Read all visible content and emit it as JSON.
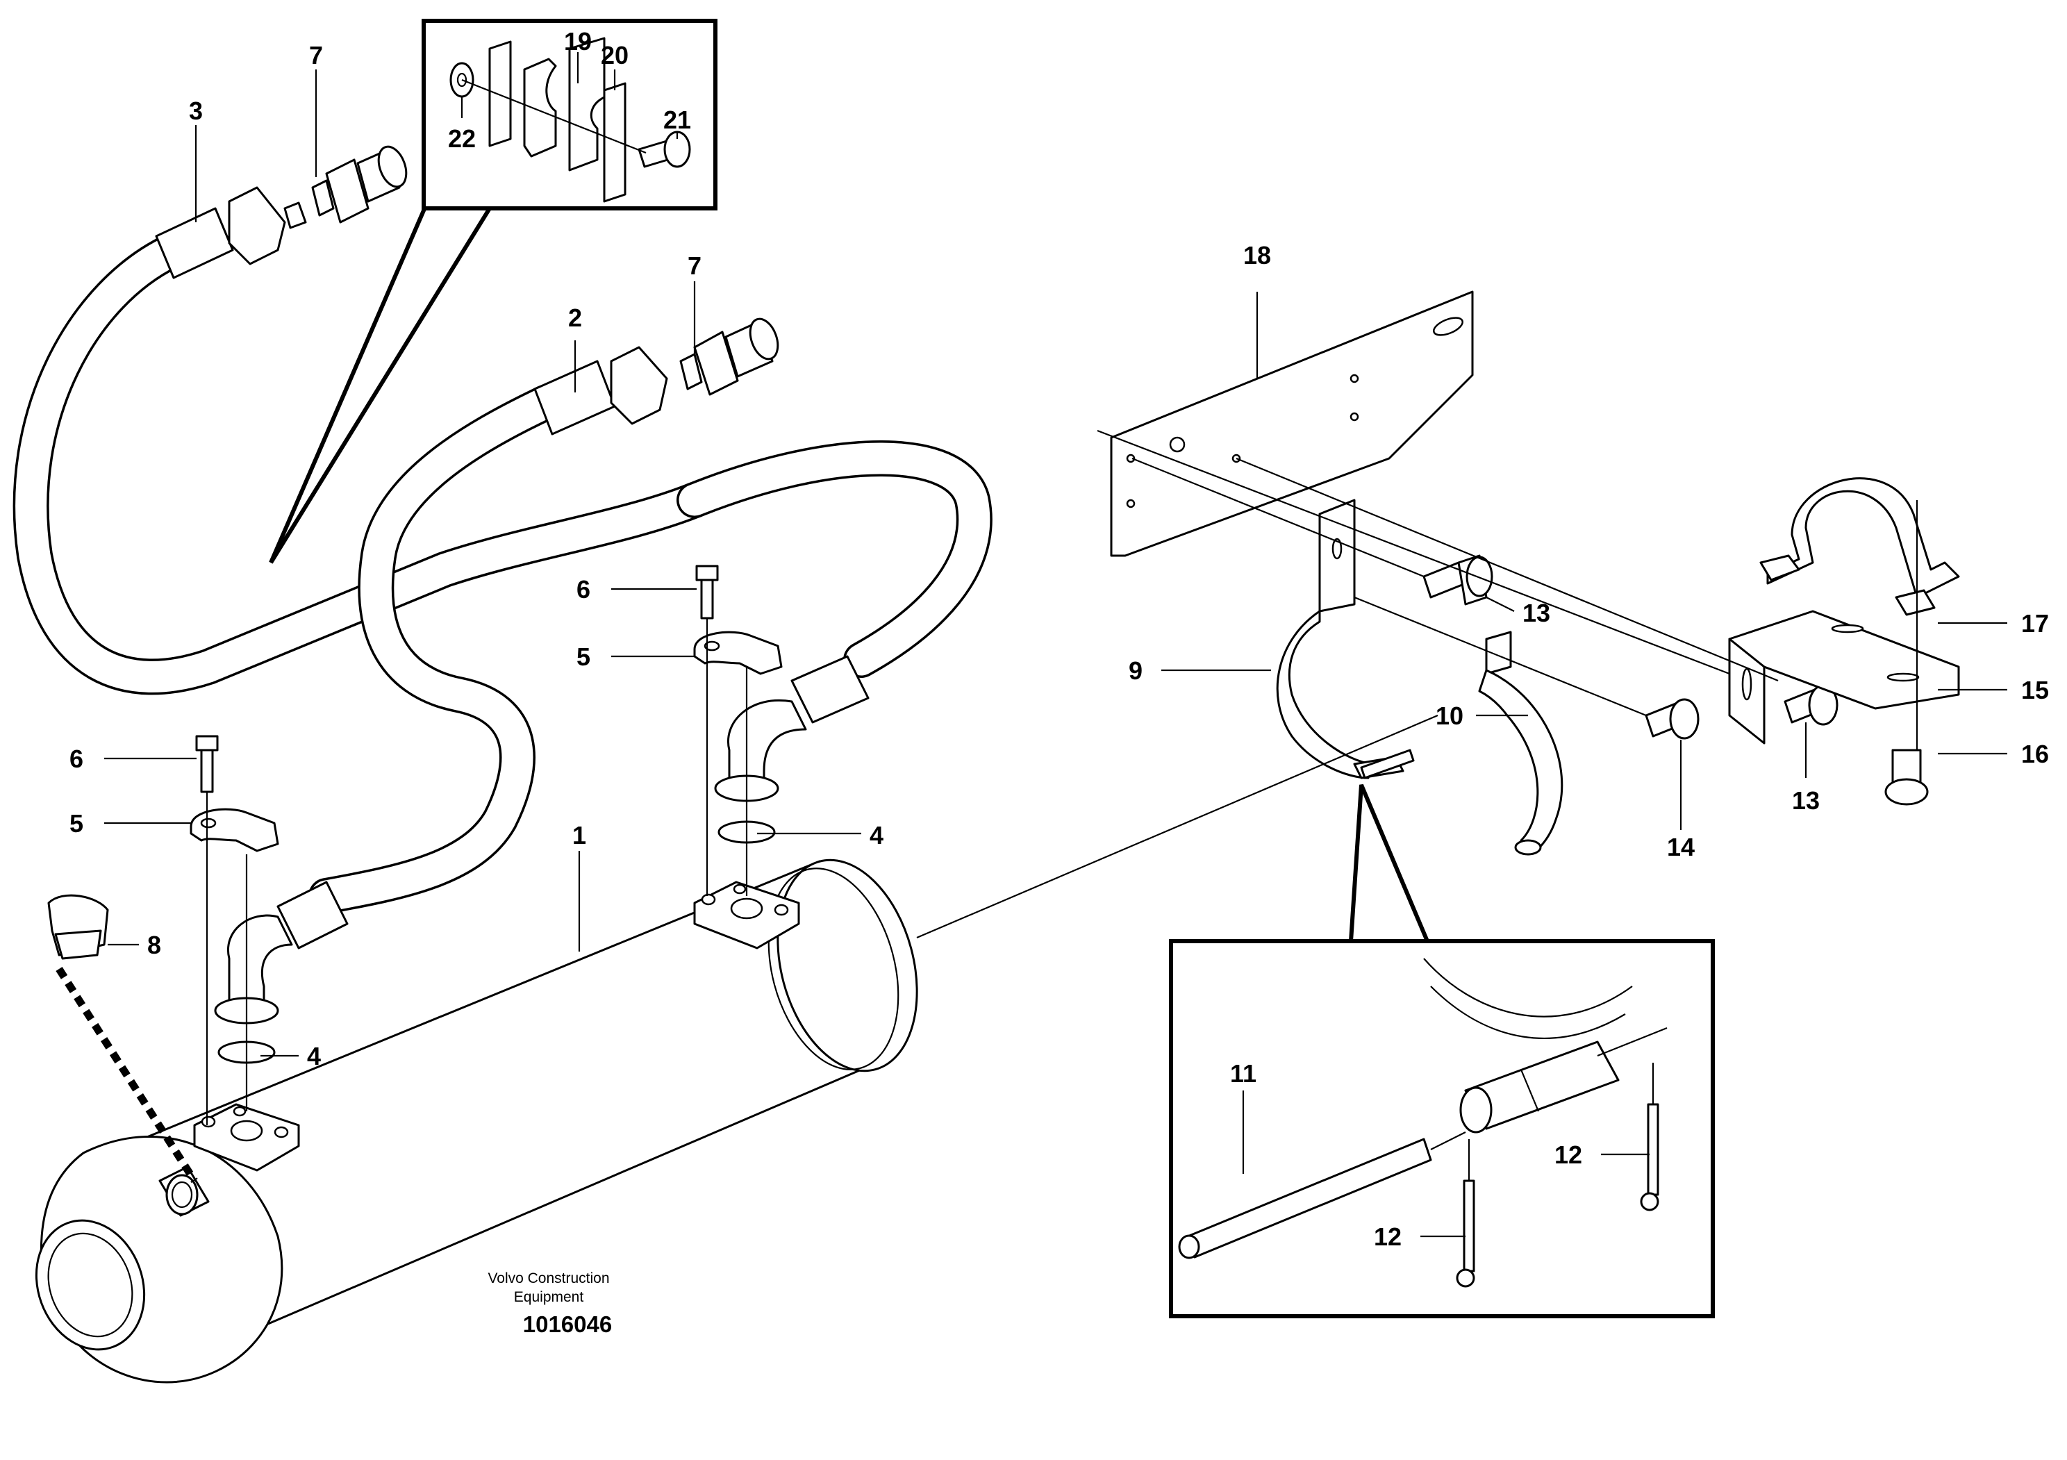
{
  "diagram": {
    "caption_line1": "Volvo Construction",
    "caption_line2": "Equipment",
    "drawing_number": "1016046",
    "labels": {
      "l1": "1",
      "l2": "2",
      "l3": "3",
      "l4a": "4",
      "l4b": "4",
      "l5a": "5",
      "l5b": "5",
      "l6a": "6",
      "l6b": "6",
      "l7a": "7",
      "l7b": "7",
      "l8": "8",
      "l9": "9",
      "l10": "10",
      "l11": "11",
      "l12a": "12",
      "l12b": "12",
      "l13a": "13",
      "l13b": "13",
      "l14": "14",
      "l15": "15",
      "l16": "16",
      "l17": "17",
      "l18": "18",
      "l19": "19",
      "l20": "20",
      "l21": "21",
      "l22": "22"
    }
  }
}
